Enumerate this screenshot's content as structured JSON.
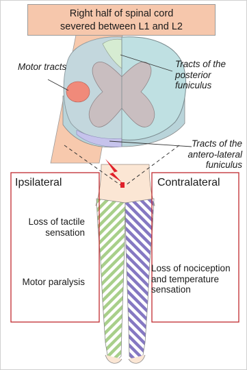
{
  "title_lines": [
    "Right half of spinal cord",
    "severed between L1 and L2"
  ],
  "labels": {
    "motor_tracts": "Motor tracts",
    "posterior": "Tracts of the posterior funiculus",
    "anterolateral": "Tracts of the antero-lateral funiculus",
    "ipsilateral": "Ipsilateral",
    "contralateral": "Contralateral",
    "tactile": "Loss of tactile sensation",
    "motor_paralysis": "Motor paralysis",
    "nociception": "Loss of nociception and temperature sensation"
  },
  "colors": {
    "title_fill": "#f6c7ac",
    "section_plane": "#f7c9ad",
    "cord_white": "#bfe0e2",
    "cord_grey": "#c9bec0",
    "motor_tract": "#f08a7a",
    "posterior_tract": "#d6ecd2",
    "anterolateral_tract": "#c6c3ec",
    "ipsilateral_stripe": "#a8cf8a",
    "contralateral_stripe": "#8578c2",
    "lesion_arrow": "#e0202a",
    "box_border": "#c0282e",
    "skin": "#fbe6d4"
  }
}
